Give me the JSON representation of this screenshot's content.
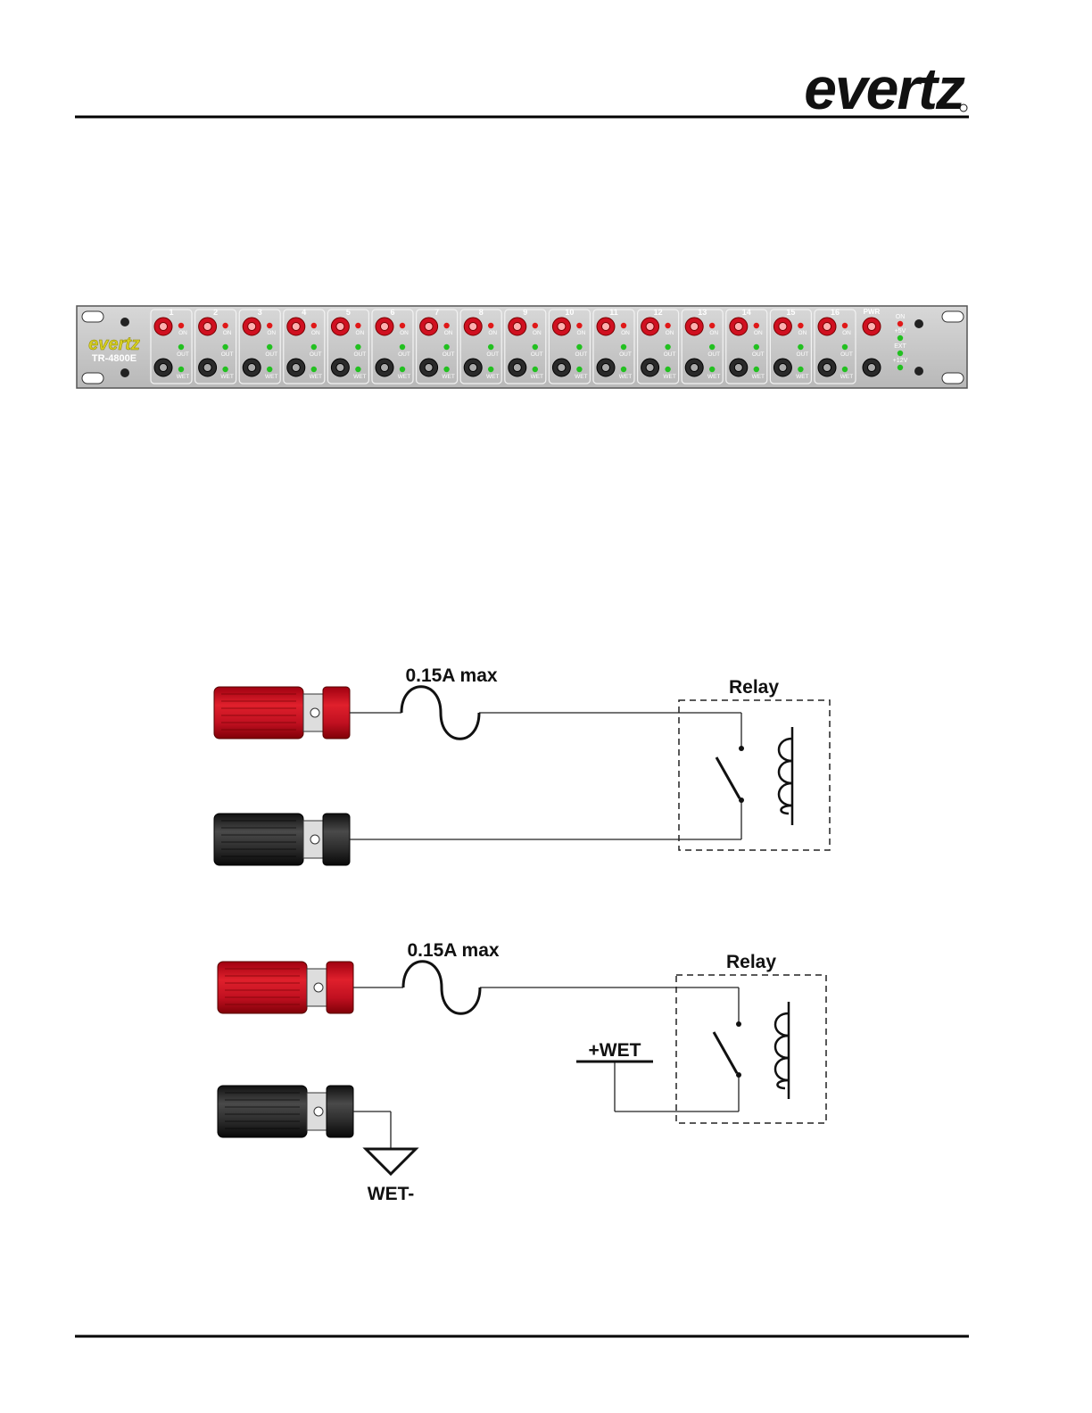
{
  "header": {
    "logo_text": "evertz"
  },
  "front_panel": {
    "brand_text": "evertz",
    "model": "TR-4800E",
    "channels": [
      "1",
      "2",
      "3",
      "4",
      "5",
      "6",
      "7",
      "8",
      "9",
      "10",
      "11",
      "12",
      "13",
      "14",
      "15",
      "16"
    ],
    "led_labels": {
      "on": "ON",
      "out": "OUT",
      "wet": "WET"
    },
    "power": {
      "label": "PWR",
      "led_on": "ON",
      "led_5v": "+5V",
      "led_ext": "EXT",
      "led_12v": "+12V"
    },
    "colors": {
      "panel": "#c9c9c9",
      "red_post": "#d01020",
      "black_post": "#2a2a2a",
      "led_red": "#e01818",
      "led_green": "#22c020",
      "brand": "#d8d020"
    }
  },
  "diagrams": {
    "dry": {
      "fuse_label": "0.15A max",
      "relay_label": "Relay"
    },
    "wet": {
      "fuse_label": "0.15A max",
      "relay_label": "Relay",
      "plus_label": "+WET",
      "minus_label": "WET-"
    }
  }
}
